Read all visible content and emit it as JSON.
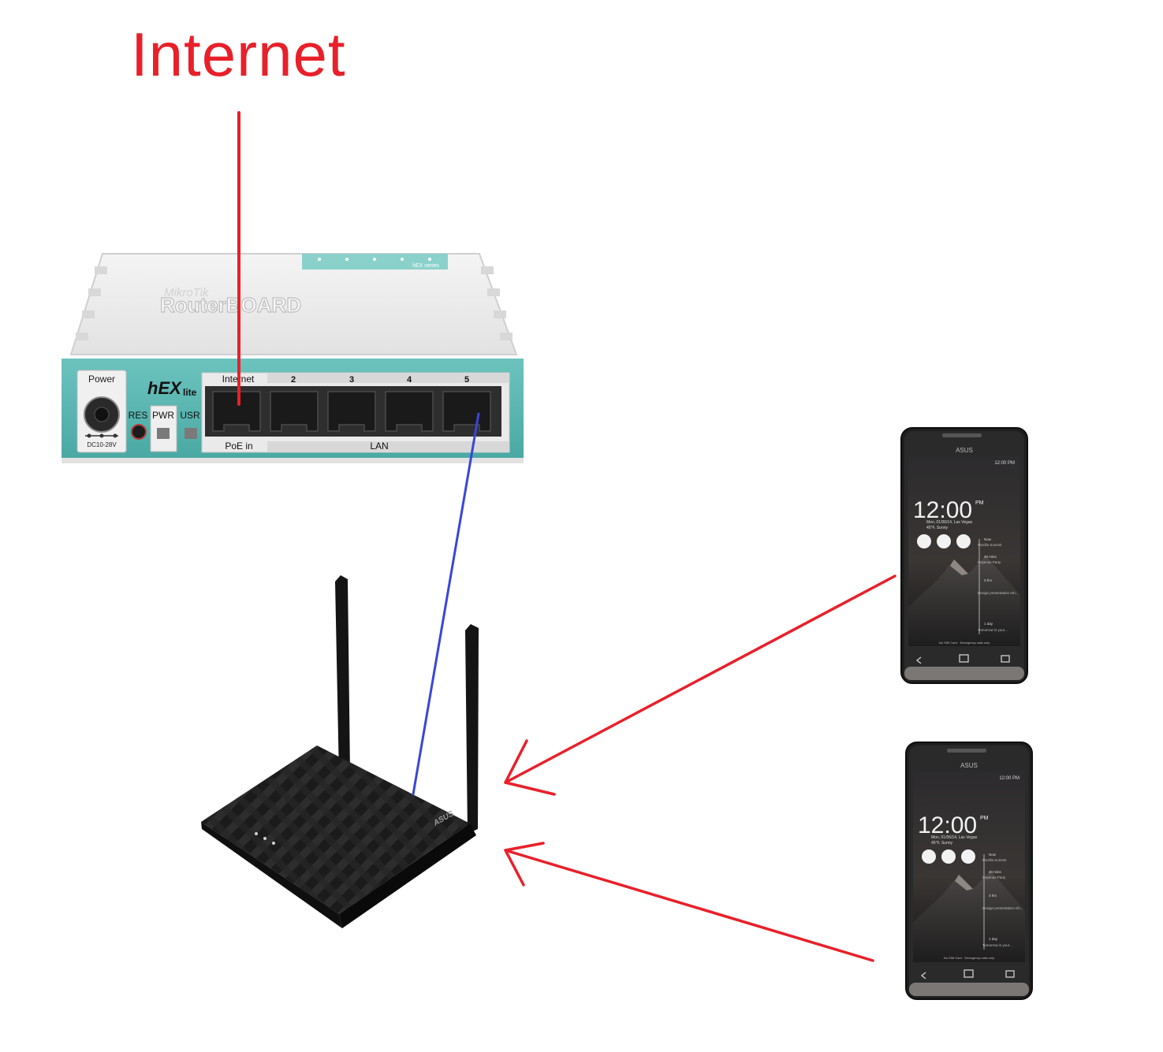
{
  "diagram": {
    "internet_label": "Internet"
  },
  "mikrotik": {
    "brand_small": "MikroTik",
    "brand_large": "RouterBOARD",
    "model_hex": "hEX",
    "model_lite": "lite",
    "series_label": "hEX series",
    "power_label": "Power",
    "dc_label": "DC10-28V",
    "res_label": "RES",
    "pwr_label": "PWR",
    "usr_label": "USR",
    "port_labels": [
      "Internet",
      "2",
      "3",
      "4",
      "5"
    ],
    "poe_label": "PoE in",
    "lan_label": "LAN"
  },
  "asus_router": {
    "brand": "ASUS"
  },
  "phones": [
    {
      "brand": "ASUS",
      "status_time": "12:00 PM",
      "clock": "12:00",
      "clock_suffix": "PM",
      "date_line": "Mon, 01/06/14, Las Vegas",
      "weather_line": "45°F, Sunny",
      "events": [
        "Now",
        "Mozilla Summit",
        "40 mins",
        "Pejamas Party",
        "3 hrs",
        "Design presentation reh...",
        "1 day",
        "Tomorrow is your..."
      ],
      "footer": "No SIM Card · Emergency calls only"
    },
    {
      "brand": "ASUS",
      "status_time": "12:00 PM",
      "clock": "12:00",
      "clock_suffix": "PM",
      "date_line": "Mon, 01/06/14, Las Vegas",
      "weather_line": "45°F, Sunny",
      "events": [
        "Now",
        "Mozilla Summit",
        "40 mins",
        "Pejamas Party",
        "3 hrs",
        "Design presentation reh...",
        "1 day",
        "Tomorrow is your..."
      ],
      "footer": "No SIM Card · Emergency calls only"
    }
  ],
  "colors": {
    "internet_link": "#e8202a",
    "lan_link": "#3a46d8",
    "wifi_link": "#e8202a",
    "router_teal": "#56b5b0"
  }
}
